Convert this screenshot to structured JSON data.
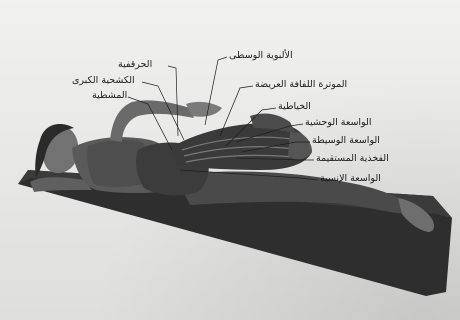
{
  "labels": [
    {
      "id": "gluteus-medius",
      "text": "الألبوية الوسطى"
    },
    {
      "id": "iliacus",
      "text": "الحرقفية"
    },
    {
      "id": "tensor-fasciae-latae",
      "text": "الموترة اللفافة العريضة"
    },
    {
      "id": "psoas-major",
      "text": "الكشحية الكبرى"
    },
    {
      "id": "pectineus",
      "text": "المشطية"
    },
    {
      "id": "sartorius",
      "text": "الخياطية"
    },
    {
      "id": "vastus-lateralis",
      "text": "الواسعة الوحشية"
    },
    {
      "id": "vastus-intermedius",
      "text": "الواسعة الوسيطة"
    },
    {
      "id": "rectus-femoris",
      "text": "الفخذية المستقيمة"
    },
    {
      "id": "vastus-medialis",
      "text": "الواسعة الإنسية"
    }
  ],
  "colors": {
    "mat": "#2e2e2e",
    "skin": "#6d6d6d",
    "muscle": "#3a3a3a",
    "leader": "#1e1e1e"
  }
}
